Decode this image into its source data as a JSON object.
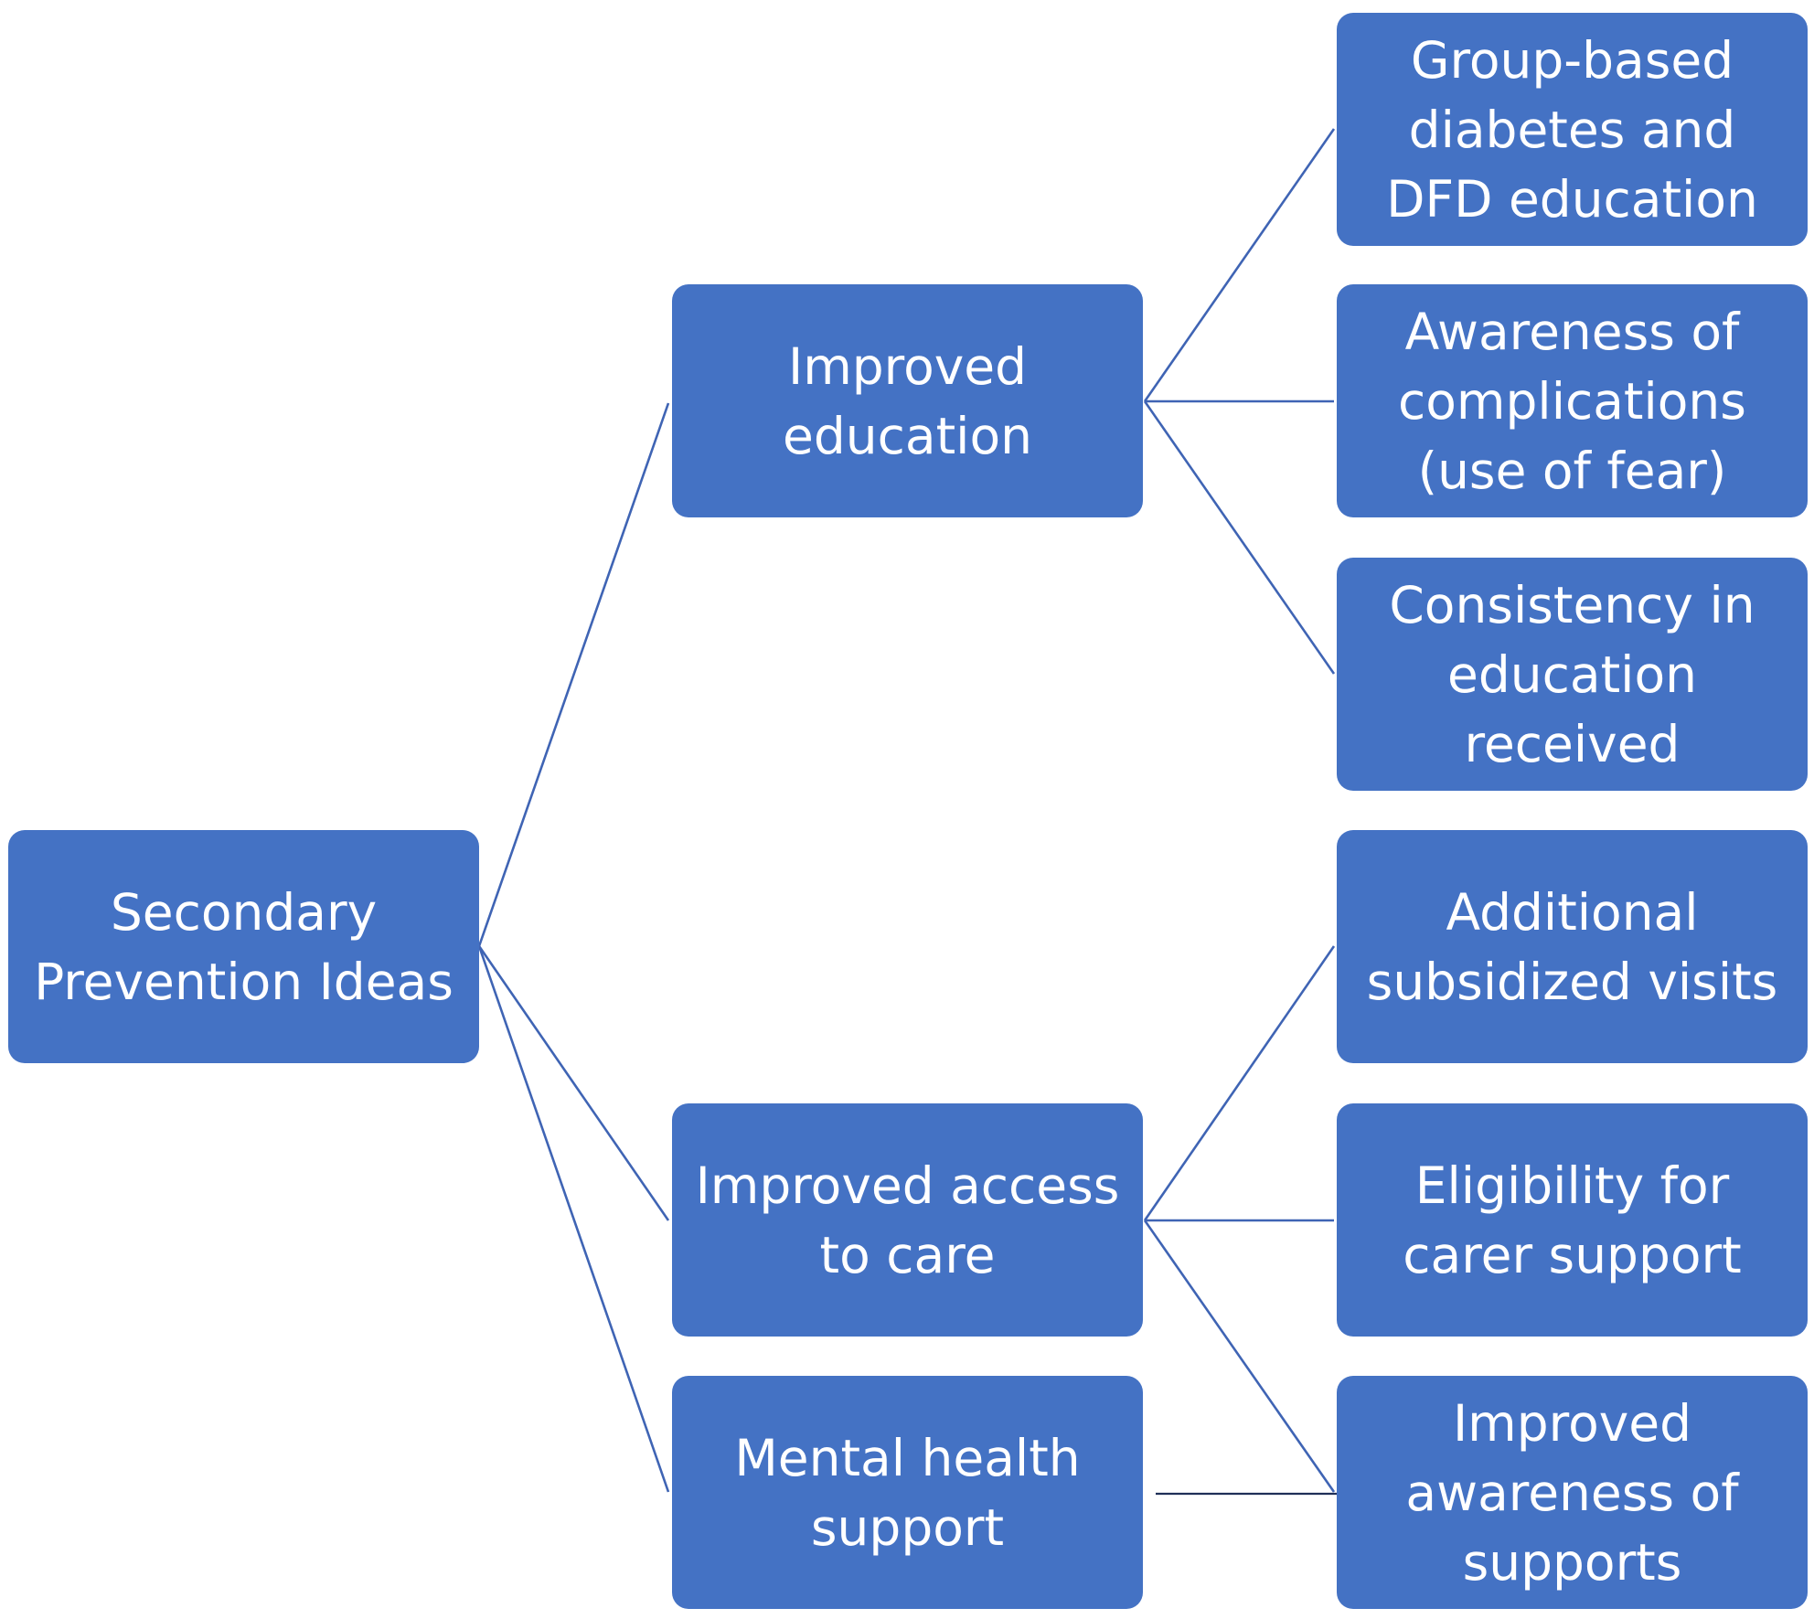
{
  "root": {
    "label": "Secondary\nPrevention Ideas"
  },
  "branches": [
    {
      "label": "Improved\neducation",
      "children": [
        "Group-based\ndiabetes and\nDFD education",
        "Awareness of\ncomplications\n(use of fear)",
        "Consistency in\neducation\nreceived"
      ]
    },
    {
      "label": "Improved access\nto care",
      "children": [
        "Additional\nsubsidized visits",
        "Eligibility for\ncarer support",
        "Improved\nawareness of\nsupports"
      ]
    },
    {
      "label": "Mental health\nsupport",
      "children": []
    }
  ],
  "colors": {
    "box_fill": "#4472c4",
    "box_text": "#ffffff",
    "connector": "#3f64b4"
  }
}
